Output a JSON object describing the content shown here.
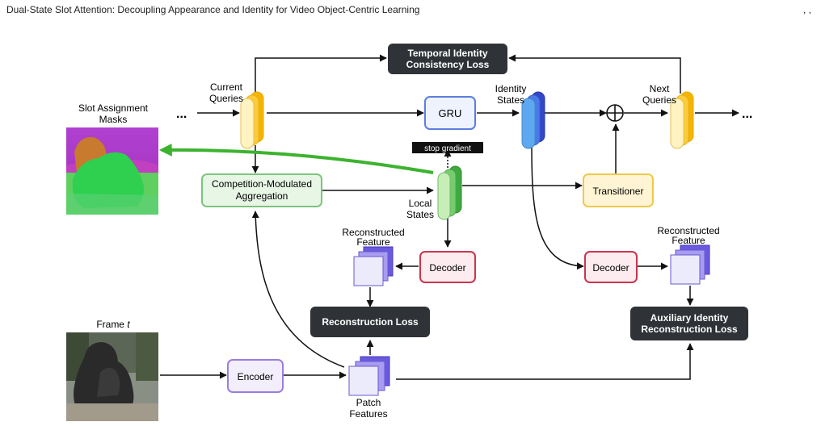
{
  "header": {
    "title": "Dual-State Slot Attention: Decoupling Appearance and Identity for Video Object-Centric Learning",
    "right_marks": ", ,"
  },
  "figure": {
    "ellipsis": "...",
    "slot_masks_label": [
      "Slot Assignment",
      "Masks"
    ],
    "frame_label_prefix": "Frame ",
    "frame_label_var": "t",
    "current_queries_label": [
      "Current",
      "Queries"
    ],
    "identity_states_label": [
      "Identity",
      "States"
    ],
    "next_queries_label": [
      "Next",
      "Queries"
    ],
    "local_states_label": [
      "Local",
      "States"
    ],
    "recon_feature_label": [
      "Reconstructed",
      "Feature"
    ],
    "patch_features_label": [
      "Patch",
      "Features"
    ],
    "temporal_loss": [
      "Temporal Identity",
      "Consistency Loss"
    ],
    "gru": "GRU",
    "stop_gradient": "stop gradient",
    "cma": [
      "Competition-Modulated",
      "Aggregation"
    ],
    "transitioner": "Transitioner",
    "decoder": "Decoder",
    "reconstruction_loss": "Reconstruction Loss",
    "aux_loss": [
      "Auxiliary Identity",
      "Reconstruction Loss"
    ],
    "encoder": "Encoder",
    "plus": "+"
  },
  "colors": {
    "dark_box": "#2f3338",
    "gru_border": "#5b7fe0",
    "gru_fill": "#eef3ff",
    "green_border": "#7cc47c",
    "green_fill": "#e8f6e6",
    "yellow_border": "#f0c94a",
    "yellow_fill": "#fff5d4",
    "decoder_border": "#c9354f",
    "decoder_fill": "#fdecef",
    "encoder_border": "#9a7de0",
    "encoder_fill": "#f3eefc",
    "highlight_arrow": "#3cb32f"
  }
}
